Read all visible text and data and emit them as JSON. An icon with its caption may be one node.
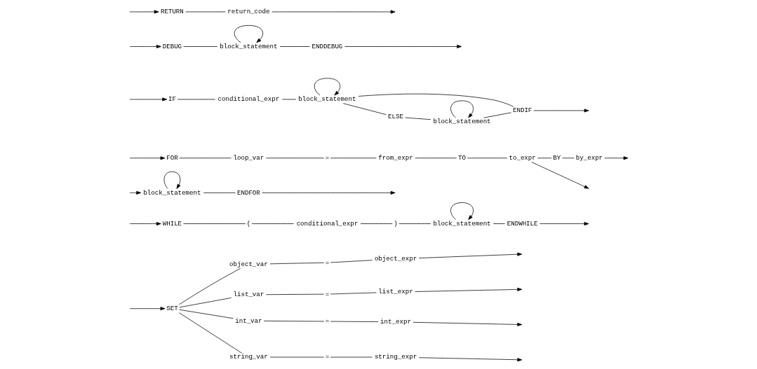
{
  "diagram": {
    "nodes": [
      {
        "text": [
          "RETURN"
        ]
      },
      {
        "text": [
          "return_code"
        ]
      },
      {
        "text": [
          "DEBUG"
        ]
      },
      {
        "text": [
          "block_statement"
        ]
      },
      {
        "text": [
          "ENDDEBUG"
        ]
      },
      {
        "text": [
          "IF"
        ]
      },
      {
        "text": [
          "conditional_expr"
        ]
      },
      {
        "text": [
          "block_statement"
        ]
      },
      {
        "text": [
          "ELSE"
        ]
      },
      {
        "text": [
          "block_statement"
        ]
      },
      {
        "text": [
          "ENDIF"
        ]
      },
      {
        "text": [
          "FOR"
        ]
      },
      {
        "text": [
          "loop_var"
        ]
      },
      {
        "text": [
          "="
        ]
      },
      {
        "text": [
          "from_expr"
        ]
      },
      {
        "text": [
          "TO"
        ]
      },
      {
        "text": [
          "to_expr"
        ]
      },
      {
        "text": [
          "BY"
        ]
      },
      {
        "text": [
          "by_expr"
        ]
      },
      {
        "text": [
          "block_statement"
        ]
      },
      {
        "text": [
          "ENDFOR"
        ]
      },
      {
        "text": [
          "WHILE"
        ]
      },
      {
        "text": [
          "("
        ]
      },
      {
        "text": [
          "conditional_expr"
        ]
      },
      {
        "text": [
          ")"
        ]
      },
      {
        "text": [
          "block_statement"
        ]
      },
      {
        "text": [
          "ENDWHILE"
        ]
      },
      {
        "text": [
          "SET"
        ]
      },
      {
        "text": [
          "string_var"
        ]
      },
      {
        "text": [
          "="
        ]
      },
      {
        "text": [
          "string_expr"
        ]
      },
      {
        "text": [
          "int_var"
        ]
      },
      {
        "text": [
          "="
        ]
      },
      {
        "text": [
          "int_expr"
        ]
      },
      {
        "text": [
          "list_var"
        ]
      },
      {
        "text": [
          "="
        ]
      },
      {
        "text": [
          "list_expr"
        ]
      },
      {
        "text": [
          "object_var"
        ]
      },
      {
        "text": [
          "="
        ]
      },
      {
        "text": [
          "object_expr"
        ]
      }
    ],
    "edges": [
      {
        "from": null,
        "to": 0,
        "arrow": "to"
      },
      {
        "from": null,
        "to": 2,
        "arrow": "to"
      },
      {
        "from": null,
        "to": 5,
        "arrow": "to"
      },
      {
        "from": null,
        "to": 11,
        "arrow": "to"
      },
      {
        "from": null,
        "to": 21,
        "arrow": "to"
      },
      {
        "from": null,
        "to": 27,
        "arrow": "to"
      },
      {
        "from": 0,
        "to": 1,
        "arrow": "none"
      },
      {
        "from": 1,
        "to": null,
        "arrow": "to"
      },
      {
        "from": 2,
        "to": 3,
        "arrow": "none"
      },
      {
        "from": 3,
        "to": 3,
        "arrow": "to"
      },
      {
        "from": 3,
        "to": 4,
        "arrow": "none"
      },
      {
        "from": 4,
        "to": null,
        "arrow": "to"
      },
      {
        "from": 5,
        "to": 6,
        "arrow": "none"
      },
      {
        "from": 6,
        "to": 7,
        "arrow": "none"
      },
      {
        "from": 7,
        "to": 7,
        "arrow": "to"
      },
      {
        "from": 7,
        "to": 8,
        "arrow": "none"
      },
      {
        "from": 8,
        "to": 9,
        "arrow": "none"
      },
      {
        "from": 9,
        "to": 9,
        "arrow": "to"
      },
      {
        "from": 9,
        "to": 10,
        "arrow": "none"
      },
      {
        "from": 7,
        "to": 10,
        "arrow": "none"
      },
      {
        "from": 10,
        "to": null,
        "arrow": "to"
      },
      {
        "from": 11,
        "to": 12,
        "arrow": "none"
      },
      {
        "from": 12,
        "to": 13,
        "arrow": "none"
      },
      {
        "from": 13,
        "to": 14,
        "arrow": "none"
      },
      {
        "from": 14,
        "to": 15,
        "arrow": "none"
      },
      {
        "from": 15,
        "to": 16,
        "arrow": "none"
      },
      {
        "from": 16,
        "to": 17,
        "arrow": "none"
      },
      {
        "from": 17,
        "to": 18,
        "arrow": "none"
      },
      {
        "from": 18,
        "to": null,
        "arrow": "to"
      },
      {
        "from": 16,
        "to": null,
        "arrow": "to"
      },
      {
        "from": null,
        "to": 19,
        "arrow": "to"
      },
      {
        "from": 19,
        "to": 19,
        "arrow": "to"
      },
      {
        "from": 19,
        "to": 20,
        "arrow": "none"
      },
      {
        "from": 20,
        "to": null,
        "arrow": "to"
      },
      {
        "from": 21,
        "to": 22,
        "arrow": "none"
      },
      {
        "from": 22,
        "to": 23,
        "arrow": "none"
      },
      {
        "from": 23,
        "to": 24,
        "arrow": "none"
      },
      {
        "from": 24,
        "to": 25,
        "arrow": "none"
      },
      {
        "from": 25,
        "to": 25,
        "arrow": "to"
      },
      {
        "from": 25,
        "to": 26,
        "arrow": "none"
      },
      {
        "from": 26,
        "to": null,
        "arrow": "to"
      },
      {
        "from": 27,
        "to": 28,
        "arrow": "none"
      },
      {
        "from": 27,
        "to": 31,
        "arrow": "none"
      },
      {
        "from": 27,
        "to": 34,
        "arrow": "none"
      },
      {
        "from": 27,
        "to": 37,
        "arrow": "none"
      },
      {
        "from": 28,
        "to": 29,
        "arrow": "none"
      },
      {
        "from": 29,
        "to": 30,
        "arrow": "none"
      },
      {
        "from": 31,
        "to": 32,
        "arrow": "none"
      },
      {
        "from": 32,
        "to": 33,
        "arrow": "none"
      },
      {
        "from": 34,
        "to": 35,
        "arrow": "none"
      },
      {
        "from": 35,
        "to": 36,
        "arrow": "none"
      },
      {
        "from": 37,
        "to": 38,
        "arrow": "none"
      },
      {
        "from": 38,
        "to": 39,
        "arrow": "none"
      },
      {
        "from": 30,
        "to": null,
        "arrow": "to"
      },
      {
        "from": 33,
        "to": null,
        "arrow": "to"
      },
      {
        "from": 36,
        "to": null,
        "arrow": "to"
      },
      {
        "from": 39,
        "to": null,
        "arrow": "to"
      }
    ]
  }
}
